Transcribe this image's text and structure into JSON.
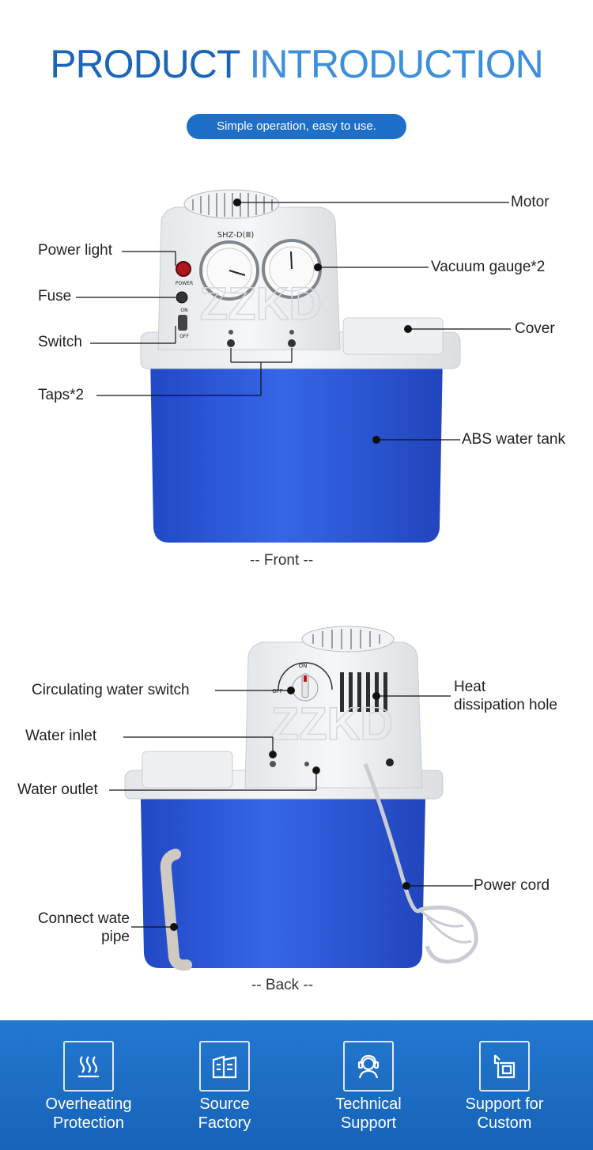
{
  "header": {
    "title_word1": "PRODUCT",
    "title_word2": "INTRODUCTION",
    "subtitle": "Simple operation, easy to use."
  },
  "front": {
    "model_label": "SHZ-D(Ⅲ)",
    "power_text": "POWER",
    "on_text": "ON",
    "off_text": "OFF",
    "watermark": "ZZKD",
    "labels": {
      "motor": "Motor",
      "power_light": "Power light",
      "vacuum_gauge": "Vacuum gauge*2",
      "fuse": "Fuse",
      "cover": "Cover",
      "switch": "Switch",
      "taps": "Taps*2",
      "tank": "ABS water tank"
    },
    "caption": "-- Front --"
  },
  "back": {
    "on_text": "ON",
    "off_text": "OFF",
    "watermark": "ZZKD",
    "labels": {
      "circ_switch": "Circulating water switch",
      "heat_line1": "Heat",
      "heat_line2": "dissipation hole",
      "water_inlet": "Water inlet",
      "water_outlet": "Water outlet",
      "power_cord": "Power cord",
      "pipe_line1": "Connect wate",
      "pipe_line2": "pipe"
    },
    "caption": "-- Back --"
  },
  "features": [
    {
      "line1": "Overheating",
      "line2": "Protection",
      "icon": "heat-waves-icon"
    },
    {
      "line1": "Source",
      "line2": "Factory",
      "icon": "factory-icon"
    },
    {
      "line1": "Technical",
      "line2": "Support",
      "icon": "headset-support-icon"
    },
    {
      "line1": "Support for",
      "line2": "Custom",
      "icon": "custom-package-icon"
    }
  ],
  "colors": {
    "title_dark": "#1b66b6",
    "title_light": "#3d8fdc",
    "pill": "#1e6fc8",
    "tank_blue": "#2b58d8",
    "footer_blue": "#1d6dc4"
  }
}
